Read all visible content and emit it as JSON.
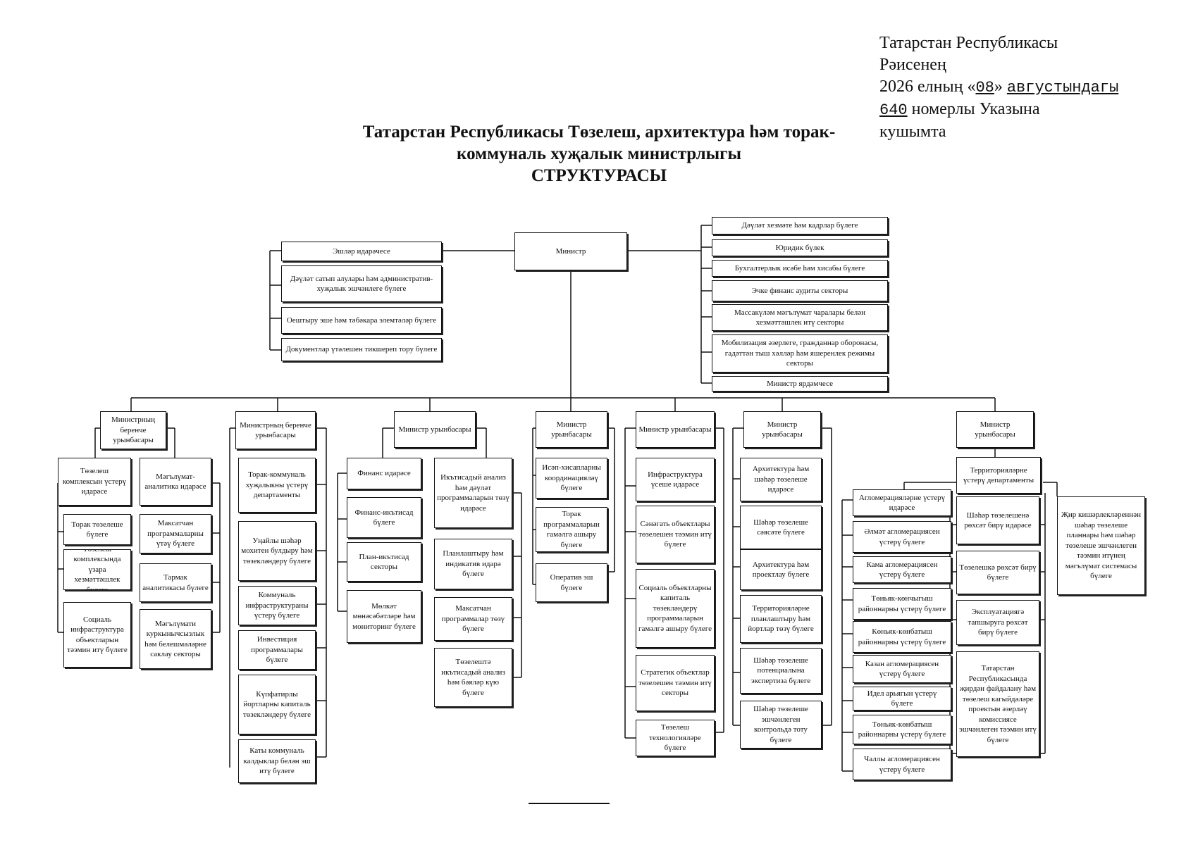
{
  "header": {
    "line1": "Татарстан Республикасы",
    "line2": "Рәисенең",
    "line3_prefix": "2026 елның «",
    "day": "08",
    "line3_mid": "»",
    "month": "августындагы",
    "number": "640",
    "line4_suffix": "номерлы Указына",
    "line5": "кушымта"
  },
  "title": {
    "line1": "Татарстан Республикасы Төзелеш, архитектура һәм торак-",
    "line2": "коммуналь хуҗалык министрлыгы",
    "line3": "СТРУКТУРАСЫ"
  },
  "boxes": {
    "minister": "Министр",
    "left_top": [
      "Эшләр идарәчесе",
      "Дәүләт сатып алулары һәм административ-хуҗалык эшчәнлеге бүлеге",
      "Оештыру эше һәм тәбәкара элемтәләр бүлеге",
      "Документлар үтәлешен тикшереп тору бүлеге"
    ],
    "right_top": [
      "Дәүләт хезмәте һәм кадрлар бүлеге",
      "Юридик бүлек",
      "Бухгалтерлык исәбе һәм хисабы бүлеге",
      "Эчке финанс аудиты секторы",
      "Массакүләм мәгълүмат чаралары белән хезмәттәшлек итү секторы",
      "Мобилизация әзерлеге, гражданнар оборонасы, гадәттән тыш хәлләр һәм яшеренлек режимы секторы",
      "Министр ярдәмчесе"
    ],
    "deputies": [
      "Министрның беренче урынбасары",
      "Министрның беренче урынбасары",
      "Министр урынбасары",
      "Министр урынбасары",
      "Министр урынбасары",
      "Министр урынбасары",
      "Министр урынбасары"
    ],
    "col1a": [
      "Төзелеш комплексын үстерү идарәсе",
      "Торак төзелеше бүлеге",
      "Төзелеш комплексында үзара хезмәттәшлек бүлеге",
      "Социаль инфраструктура объектларын тәэмин итү бүлеге"
    ],
    "col1b": [
      "Мәгълүмат-аналитика идарәсе",
      "Максатчан программаларны үтәү бүлеге",
      "Тармак аналитикасы бүлеге",
      "Мәгълүмати куркынычсызлык һәм белешмәләрне саклау секторы"
    ],
    "col2": [
      "Торак-коммуналь хуҗалыкны үстерү департаменты",
      "Уңайлы шәһәр мохитен булдыру һәм төзекләндерү бүлеге",
      "Коммуналь инфраструктураны үстерү бүлеге",
      "Инвестиция программалары бүлеге",
      "Күпфатирлы йортларны капиталь төзекләндерү бүлеге",
      "Каты коммуналь калдыклар белән эш итү бүлеге"
    ],
    "col3a": [
      "Финанс идарәсе",
      "Финанс-икътисад бүлеге",
      "План-икътисад секторы",
      "Мөлкәт мөнәсәбәтләре һәм мониторинг бүлеге"
    ],
    "col3b": [
      "Икътисадый анализ һәм дәүләт программаларын төзү идарәсе",
      "Планлаштыру һәм индикатив идарә бүлеге",
      "Максатчан программалар төзү бүлеге",
      "Төзелештә икътисадый анализ һәм бәяләр күю бүлеге"
    ],
    "col4": [
      "Исәп-хисапларны координацияләү бүлеге",
      "Торак программаларын гамәлгә ашыру бүлеге",
      "Оператив эш бүлеге"
    ],
    "col5": [
      "Инфраструктура үсеше идарәсе",
      "Сәнәгать объектлары төзелешен тәэмин итү бүлеге",
      "Социаль объектларны капиталь төзекләндерү программаларын гамәлгә ашыру бүлеге",
      "Стратегик объектлар төзелешен тәэмин итү секторы",
      "Төзелеш технологияләре бүлеге"
    ],
    "col6": [
      "Архитектура һәм шәһәр төзелеше идарәсе",
      "Шәһәр төзелеше сәясәте бүлеге",
      "Архитектура һәм проектлау бүлеге",
      "Территорияләрне планлаштыру һәм йортлар төзү бүлеге",
      "Шәһәр төзелеше потенциалына экспертиза бүлеге",
      "Шәһәр төзелеше эшчәнлеген контрольдә тоту бүлеге"
    ],
    "col7dept": "Территорияләрне үстерү департаменты",
    "col7a": [
      "Агломерацияләрне үстерү идарәсе",
      "Әлмәт агломерациясен үстерү бүлеге",
      "Кама агломерациясен үстерү бүлеге",
      "Төньяк-көнчыгыш районнарны үстерү бүлеге",
      "Көньяк-көнбатыш районнарны үстерү бүлеге",
      "Казан агломерациясен үстерү бүлеге",
      "Идел арьягын үстерү бүлеге",
      "Төньяк-көнбатыш районнарны үстерү бүлеге",
      "Чаллы агломерациясен үстерү бүлеге"
    ],
    "col7b": [
      "Шәһәр төзелешенә рөхсәт бирү идарәсе",
      "Төзелешкә рөхсәт бирү бүлеге",
      "Эксплуатациягә тапшыруга рөхсәт бирү бүлеге",
      "Татарстан Республикасында җирдән файдалану һәм төзелеш кагыйдәләре проектын әзерләү комиссиясе эшчәнлеген тәэмин итү бүлеге"
    ],
    "col7c": "Җир кишәрлекләреннән шәһәр төзелеше планнары һәм шәһәр төзелеше эшчәнлеген тәэмин итүнең мәгълүмат системасы бүлеге"
  }
}
